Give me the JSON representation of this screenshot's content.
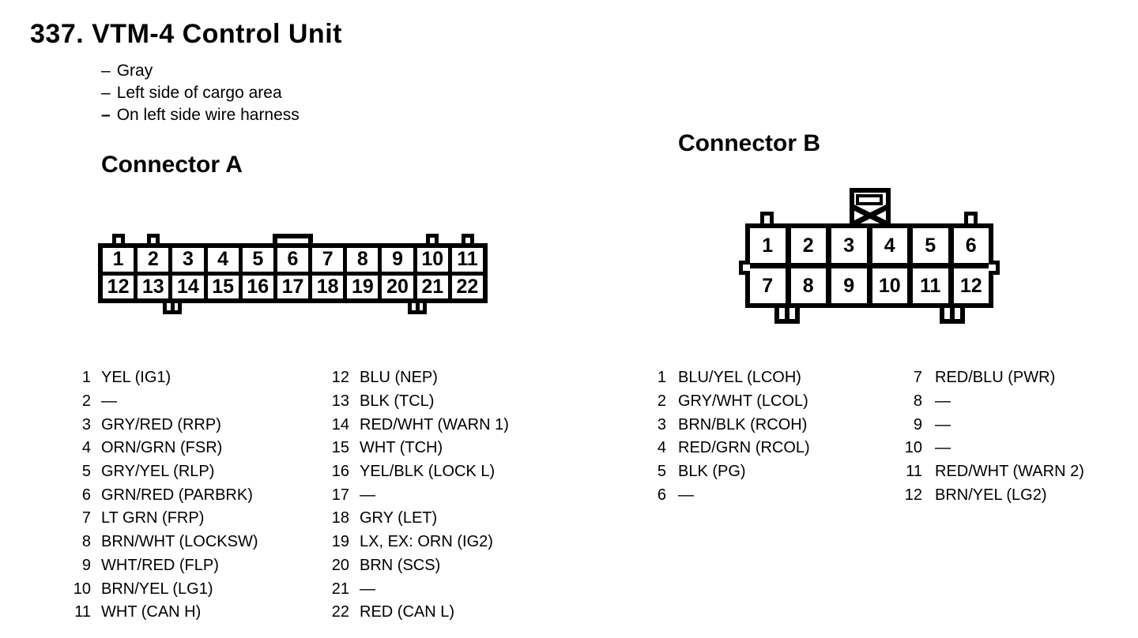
{
  "page": {
    "title": "337. VTM-4 Control Unit",
    "bullets": [
      {
        "dash": "–",
        "text": "Gray"
      },
      {
        "dash": "–",
        "text": "Left side of cargo area"
      },
      {
        "dash": "–",
        "text": "On left side wire harness"
      }
    ]
  },
  "colors": {
    "ink": "#000000",
    "paper": "#ffffff"
  },
  "connector_a": {
    "heading": "Connector A",
    "pins": [
      "1",
      "2",
      "3",
      "4",
      "5",
      "6",
      "7",
      "8",
      "9",
      "10",
      "11",
      "12",
      "13",
      "14",
      "15",
      "16",
      "17",
      "18",
      "19",
      "20",
      "21",
      "22"
    ],
    "list": [
      {
        "pin": "1",
        "label": "YEL (IG1)"
      },
      {
        "pin": "2",
        "label": "—"
      },
      {
        "pin": "3",
        "label": "GRY/RED (RRP)"
      },
      {
        "pin": "4",
        "label": "ORN/GRN (FSR)"
      },
      {
        "pin": "5",
        "label": "GRY/YEL (RLP)"
      },
      {
        "pin": "6",
        "label": "GRN/RED (PARBRK)"
      },
      {
        "pin": "7",
        "label": "LT GRN (FRP)"
      },
      {
        "pin": "8",
        "label": "BRN/WHT (LOCKSW)"
      },
      {
        "pin": "9",
        "label": "WHT/RED (FLP)"
      },
      {
        "pin": "10",
        "label": "BRN/YEL (LG1)"
      },
      {
        "pin": "11",
        "label": "WHT (CAN H)"
      },
      {
        "pin": "12",
        "label": "BLU (NEP)"
      },
      {
        "pin": "13",
        "label": "BLK (TCL)"
      },
      {
        "pin": "14",
        "label": "RED/WHT (WARN 1)"
      },
      {
        "pin": "15",
        "label": "WHT (TCH)"
      },
      {
        "pin": "16",
        "label": "YEL/BLK (LOCK L)"
      },
      {
        "pin": "17",
        "label": "—"
      },
      {
        "pin": "18",
        "label": "GRY (LET)"
      },
      {
        "pin": "19",
        "label": "LX, EX: ORN (IG2)"
      },
      {
        "pin": "20",
        "label": "BRN (SCS)"
      },
      {
        "pin": "21",
        "label": "—"
      },
      {
        "pin": "22",
        "label": "RED (CAN L)"
      }
    ]
  },
  "connector_b": {
    "heading": "Connector B",
    "pins": [
      "1",
      "2",
      "3",
      "4",
      "5",
      "6",
      "7",
      "8",
      "9",
      "10",
      "11",
      "12"
    ],
    "list": [
      {
        "pin": "1",
        "label": "BLU/YEL (LCOH)"
      },
      {
        "pin": "2",
        "label": "GRY/WHT (LCOL)"
      },
      {
        "pin": "3",
        "label": "BRN/BLK (RCOH)"
      },
      {
        "pin": "4",
        "label": "RED/GRN (RCOL)"
      },
      {
        "pin": "5",
        "label": "BLK (PG)"
      },
      {
        "pin": "6",
        "label": "—"
      },
      {
        "pin": "7",
        "label": "RED/BLU (PWR)"
      },
      {
        "pin": "8",
        "label": "—"
      },
      {
        "pin": "9",
        "label": "—"
      },
      {
        "pin": "10",
        "label": "—"
      },
      {
        "pin": "11",
        "label": "RED/WHT (WARN 2)"
      },
      {
        "pin": "12",
        "label": "BRN/YEL (LG2)"
      }
    ]
  }
}
